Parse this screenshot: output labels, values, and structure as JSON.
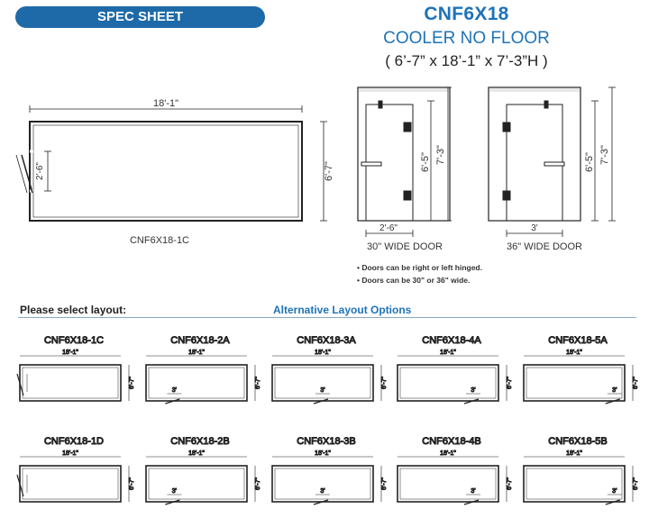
{
  "header": {
    "spec_sheet": "SPEC SHEET",
    "model": "CNF6X18",
    "description": "COOLER NO FLOOR",
    "dimensions": "( 6’-7” x 18’-1” x 7’-3”H )"
  },
  "plan": {
    "length": "18'-1\"",
    "width": "6'-7\"",
    "door": "2'-6\"",
    "label": "CNF6X18-1C"
  },
  "elevations": [
    {
      "width": "2'-6\"",
      "door_h": "6'-5\"",
      "total_h": "7'-3\"",
      "caption": "30\" WIDE DOOR"
    },
    {
      "width": "3'",
      "door_h": "6'-5\"",
      "total_h": "7'-3\"",
      "caption": "36\" WIDE DOOR"
    }
  ],
  "notes": [
    "Doors can be right or left hinged.",
    "Doors can be 30\" or 36\" wide."
  ],
  "sections": {
    "select": "Please select layout:",
    "alternatives": "Alternative Layout Options"
  },
  "thumbs": {
    "length": "18'-1\"",
    "width": "6'-7\"",
    "door": "3'",
    "labels": [
      "CNF6X18-1C",
      "CNF6X18-2A",
      "CNF6X18-3A",
      "CNF6X18-4A",
      "CNF6X18-5A",
      "CNF6X18-1D",
      "CNF6X18-2B",
      "CNF6X18-3B",
      "CNF6X18-4B",
      "CNF6X18-5B"
    ]
  },
  "colors": {
    "accent": "#1e6aa8",
    "title": "#1e73b8"
  }
}
